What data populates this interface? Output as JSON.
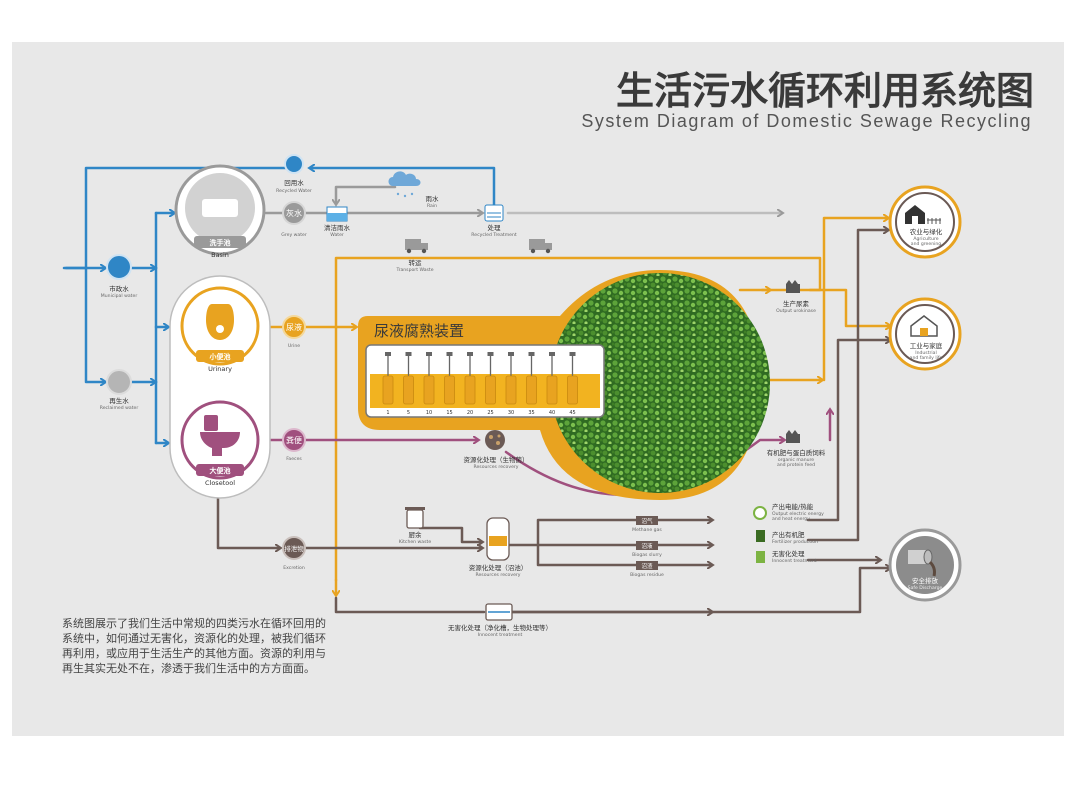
{
  "title": "生活污水循环利用系统图",
  "subtitle": "System Diagram of Domestic Sewage Recycling",
  "colors": {
    "panel": "#e8e8e8",
    "blue": "#2f86c6",
    "gray": "#8c8c8c",
    "orange": "#e8a320",
    "purple": "#a0507e",
    "brown": "#6b5a55",
    "dark": "#55504d"
  },
  "sources": {
    "municipal": {
      "cn": "市政水",
      "en": "Municipal water"
    },
    "reclaimed": {
      "cn": "再生水",
      "en": "Reclaimed water"
    },
    "recycled": {
      "cn": "回用水",
      "en": "Recycled Water"
    }
  },
  "fixtures": {
    "basin": {
      "cn": "洗手池",
      "en": "Basin"
    },
    "urinary": {
      "cn": "小便池",
      "en": "Urinary"
    },
    "closetool": {
      "cn": "大便池",
      "en": "Closetool"
    }
  },
  "streams": {
    "grey": {
      "cn": "灰水",
      "en": "Grey water"
    },
    "urine": {
      "cn": "尿液",
      "en": "Urine"
    },
    "feces": {
      "cn": "粪便",
      "en": "Faeces"
    },
    "excretion": {
      "cn": "排泄物",
      "en": "Excretion"
    }
  },
  "process": {
    "clean_water": {
      "cn": "清洁雨水",
      "en": "Water"
    },
    "rain": {
      "cn": "雨水",
      "en": "Rain"
    },
    "recycled_treatment": {
      "cn": "处理",
      "en": "Recycled Treatment"
    },
    "transport": {
      "cn": "转运",
      "en": "Transport Waste"
    },
    "urine_device": "尿液腐熟装置",
    "device_ticks": [
      "1",
      "5",
      "10",
      "15",
      "20",
      "25",
      "30",
      "35",
      "40",
      "45"
    ],
    "resource_feces": {
      "cn": "资源化处理（生物菌）",
      "en": "Resources recovery"
    },
    "kitchen": {
      "cn": "厨余",
      "en": "Kitchen waste"
    },
    "resource_tank": {
      "cn": "资源化处理（沼池）",
      "en": "Resources recovery"
    },
    "methane": {
      "cn": "沼气",
      "en": "Methane gas"
    },
    "slurry": {
      "cn": "沼液",
      "en": "Biogas slurry"
    },
    "residue": {
      "cn": "沼渣",
      "en": "Biogas residue"
    },
    "innocent": {
      "cn": "无害化处理（净化槽，生物处理等）",
      "en": "Innocent treatment"
    }
  },
  "outputs": {
    "urea": {
      "cn": "生产尿素",
      "en": "Output urokinase"
    },
    "manure": {
      "cn": "有机肥与蛋白质饲料",
      "en": "organic manure",
      "en2": "and protein feed"
    },
    "electric": {
      "cn": "产出电能/热能",
      "en": "Output electric energy",
      "en2": "and heat energy"
    },
    "fertilizer": {
      "cn": "产出有机肥",
      "en": "Fertilizer production"
    },
    "harmless": {
      "cn": "无害化处理",
      "en": "Innocent treatment"
    }
  },
  "destinations": {
    "agri": {
      "cn": "农业与绿化",
      "en": "Agriculture",
      "en2": "and greening"
    },
    "industry": {
      "cn": "工业与家庭",
      "en": "Industrial",
      "en2": "and family life"
    },
    "discharge": {
      "cn": "安全排放",
      "en": "Safe Discharge"
    }
  },
  "description": "系统图展示了我们生活中常规的四类污水在循环回用的系统中，如何通过无害化，资源化的处理，被我们循环再利用，或应用于生活生产的其他方面。资源的利用与再生其实无处不在，渗透于我们生活中的方方面面。"
}
